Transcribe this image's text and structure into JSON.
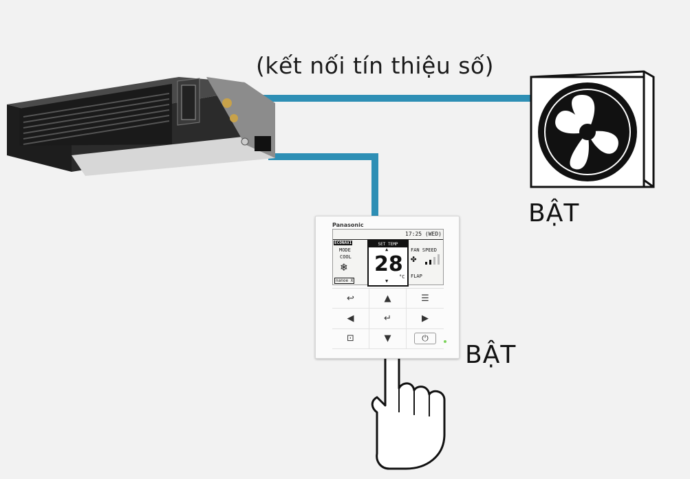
{
  "caption": "(kết nối tín thiệu số)",
  "fan_state": "BẬT",
  "remote_state": "BẬT",
  "colors": {
    "cable": "#2e8fb5",
    "fan_body": "#111111",
    "unit_body": "#2a2a2a"
  },
  "remote": {
    "brand": "Panasonic",
    "clock": "17:25 (WED)",
    "econavi": "ECONAVI",
    "mode_label": "MODE",
    "mode_value": "COOL",
    "mode_icon": "❄",
    "nanoe": "nanoe X",
    "set_temp_label": "SET TEMP",
    "temperature": "28",
    "unit": "°C",
    "up_arrow": "▲",
    "down_arrow": "▼",
    "fan_speed_label": "FAN SPEED",
    "fan_icon": "✤",
    "flap_label": "FLAP",
    "keys": [
      "↩",
      "▲",
      "☰",
      "◀",
      "↵",
      "▶",
      "⊡",
      "▼",
      "⏻"
    ]
  }
}
